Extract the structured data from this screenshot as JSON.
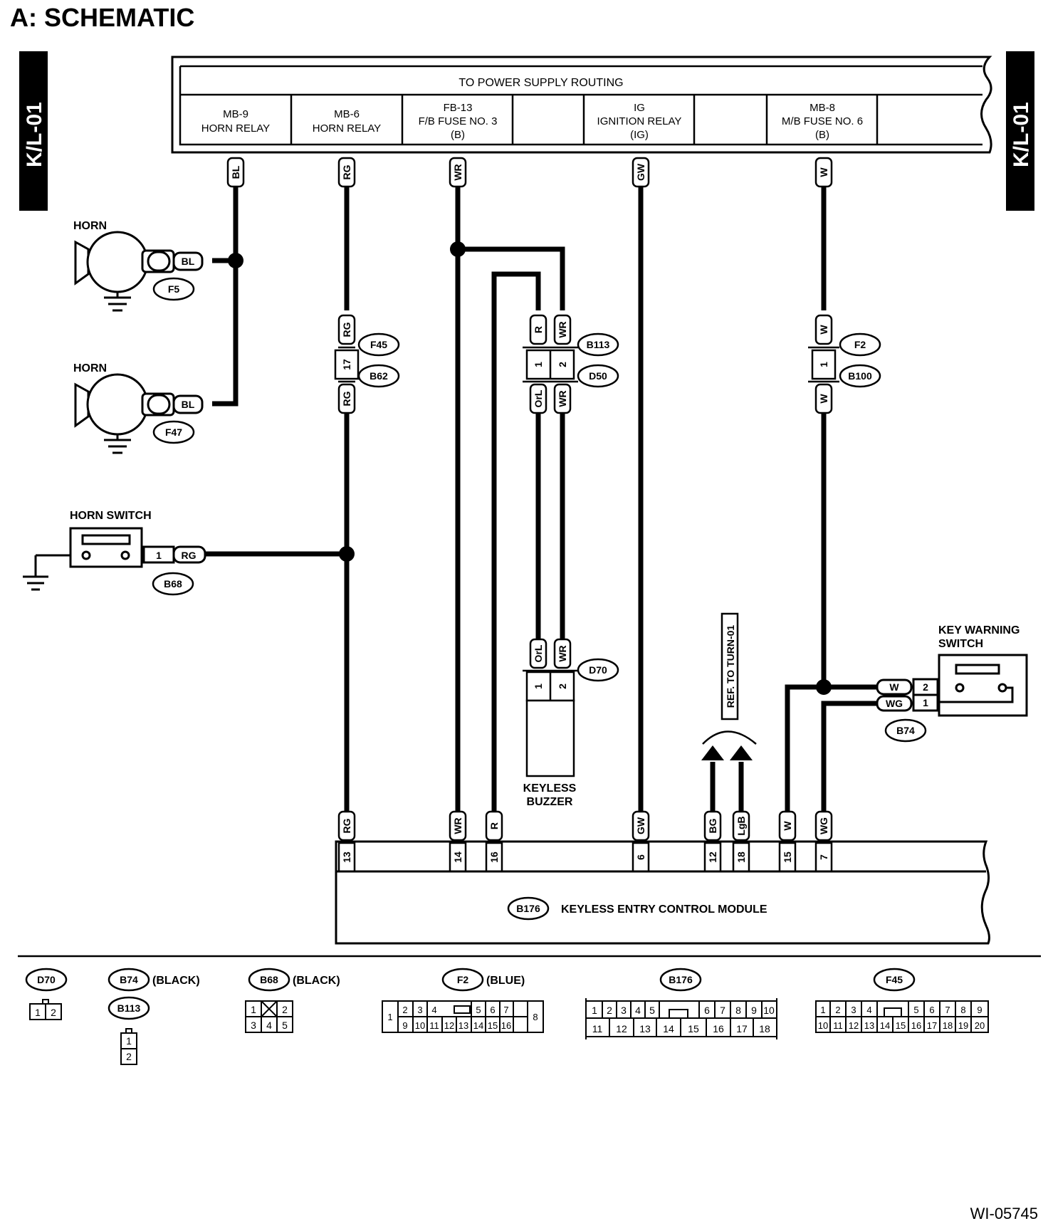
{
  "title": "A:  SCHEMATIC",
  "side_tab": "K/L-01",
  "figure_id": "WI-05745",
  "power_box": {
    "title": "TO POWER SUPPLY ROUTING",
    "cells": [
      {
        "l1": "MB-9",
        "l2": "HORN RELAY",
        "l3": ""
      },
      {
        "l1": "MB-6",
        "l2": "HORN RELAY",
        "l3": ""
      },
      {
        "l1": "FB-13",
        "l2": "F/B FUSE NO. 3",
        "l3": "(B)"
      },
      {
        "l1": "",
        "l2": "",
        "l3": ""
      },
      {
        "l1": "IG",
        "l2": "IGNITION RELAY",
        "l3": "(IG)"
      },
      {
        "l1": "",
        "l2": "",
        "l3": ""
      },
      {
        "l1": "MB-8",
        "l2": "M/B FUSE NO. 6",
        "l3": "(B)"
      },
      {
        "l1": "",
        "l2": "",
        "l3": ""
      }
    ]
  },
  "wires": {
    "bl": "BL",
    "rg": "RG",
    "wr": "WR",
    "gw": "GW",
    "w": "W",
    "r": "R",
    "orl": "OrL",
    "bg": "BG",
    "lgb": "LgB",
    "wg": "WG"
  },
  "pins": {
    "p1": "1",
    "p2": "2",
    "p17": "17",
    "m13": "13",
    "m14": "14",
    "m16": "16",
    "m6": "6",
    "m12": "12",
    "m18": "18",
    "m15": "15",
    "m7": "7"
  },
  "connectors": {
    "f5": "F5",
    "f47": "F47",
    "f45": "F45",
    "b62": "B62",
    "b113": "B113",
    "d50": "D50",
    "f2": "F2",
    "b100": "B100",
    "b68": "B68",
    "d70": "D70",
    "b74": "B74",
    "b176": "B176"
  },
  "labels": {
    "horn": "HORN",
    "horn_switch": "HORN SWITCH",
    "keyless_buzzer_1": "KEYLESS",
    "keyless_buzzer_2": "BUZZER",
    "key_warning_1": "KEY WARNING",
    "key_warning_2": "SWITCH",
    "ref": "REF. TO TURN-01",
    "module": "KEYLESS ENTRY CONTROL MODULE"
  },
  "legend": {
    "black": "(BLACK)",
    "blue": "(BLUE)",
    "nums": [
      "1",
      "2",
      "3",
      "4",
      "5",
      "6",
      "7",
      "8",
      "9",
      "10",
      "11",
      "12",
      "13",
      "14",
      "15",
      "16",
      "17",
      "18",
      "19",
      "20"
    ]
  }
}
